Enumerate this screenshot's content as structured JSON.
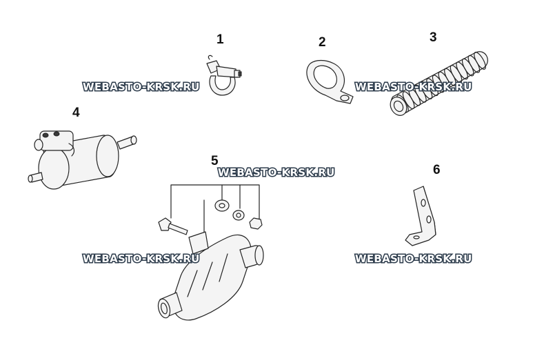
{
  "watermark_text": "WEBASTO-KRSK.RU",
  "callouts": {
    "part_1": "1",
    "part_2": "2",
    "part_3": "3",
    "part_4": "4",
    "part_5": "5",
    "part_6": "6"
  }
}
